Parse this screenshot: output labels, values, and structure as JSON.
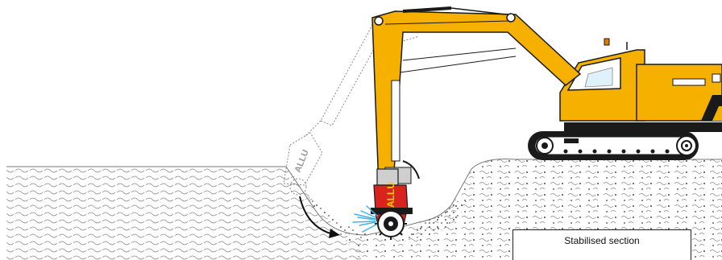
{
  "diagram": {
    "section_label": "Stabilised section",
    "attachment_brand": "ALLU",
    "ghost_attachment_brand": "ALLU",
    "colors": {
      "excavator_yellow": "#f5b000",
      "excavator_dark": "#1a1a1a",
      "attachment_red": "#d9231f",
      "spray_blue": "#3fb4e8",
      "soil_line": "#777777"
    }
  }
}
